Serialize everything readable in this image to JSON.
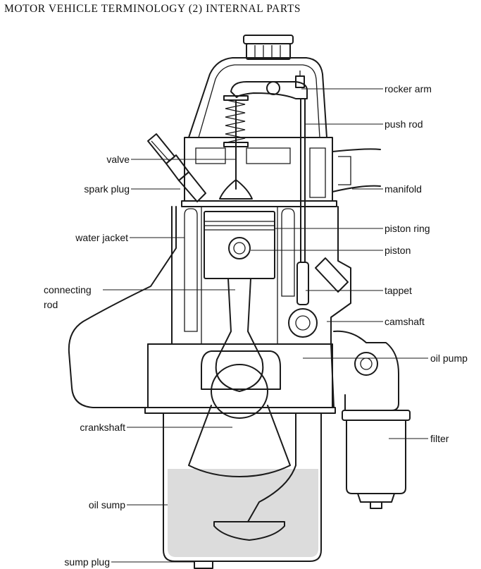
{
  "title": "MOTOR VEHICLE TERMINOLOGY (2) INTERNAL PARTS",
  "labels": {
    "rocker_arm": "rocker arm",
    "push_rod": "push rod",
    "valve": "valve",
    "spark_plug": "spark plug",
    "manifold": "manifold",
    "water_jacket": "water jacket",
    "piston_ring": "piston ring",
    "piston": "piston",
    "connecting_rod_1": "connecting",
    "connecting_rod_2": "rod",
    "tappet": "tappet",
    "camshaft": "camshaft",
    "oil_pump": "oil pump",
    "crankshaft": "crankshaft",
    "filter": "filter",
    "oil_sump": "oil sump",
    "sump_plug": "sump plug"
  },
  "colors": {
    "ink": "#1a1a1a",
    "oil": "#dcdcdc",
    "paper": "#ffffff"
  }
}
